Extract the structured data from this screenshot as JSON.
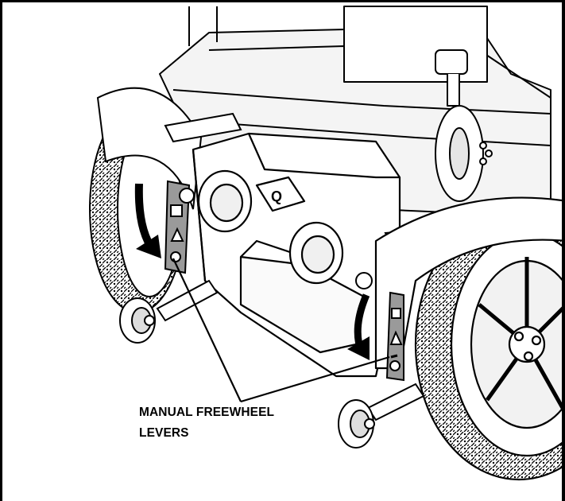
{
  "figure": {
    "callout_line1": "MANUAL FREEWHEEL",
    "callout_line2": "LEVERS",
    "logo_letter": "Q"
  },
  "colors": {
    "line": "#000000",
    "background": "#ffffff",
    "shade": "#d9d9d9",
    "lever": "#9a9a9a"
  }
}
